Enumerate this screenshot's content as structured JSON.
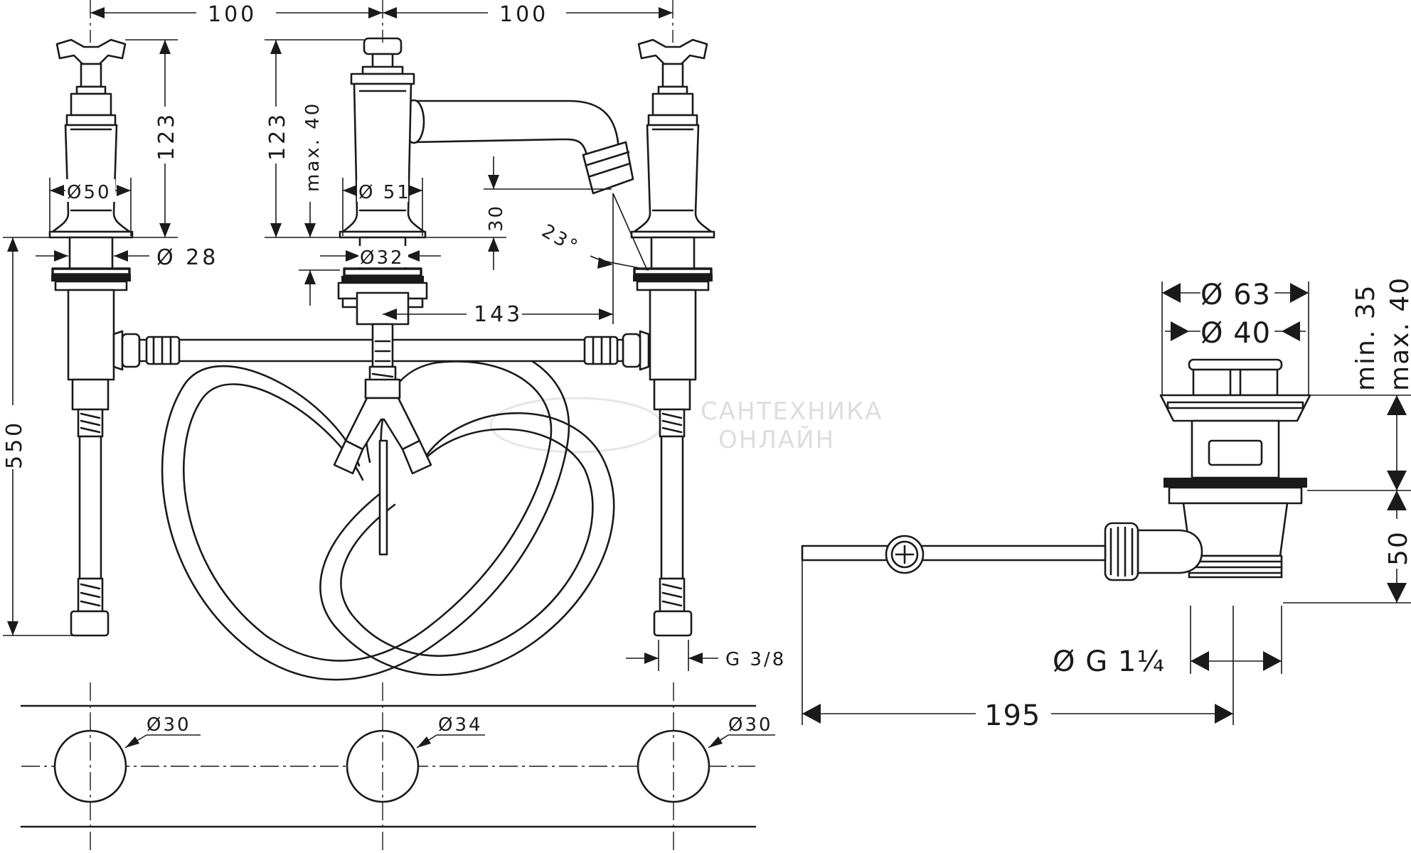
{
  "watermark": {
    "line1": "САНТЕХНИКА",
    "line2": "ОНЛАЙН"
  },
  "dimensions": {
    "top_left_spacing": "100",
    "top_right_spacing": "100",
    "left_handle_height": "123",
    "spout_height": "123",
    "max_40": "max. 40",
    "dia_50": "Ø50",
    "dia_51": "Ø 51",
    "dia_28": "Ø 28",
    "dia_32": "Ø32",
    "gap_30": "30",
    "angle_23": "23°",
    "spout_reach": "143",
    "total_height": "550",
    "thread_g38": "G 3/8",
    "hole_left": "Ø30",
    "hole_center": "Ø34",
    "hole_right": "Ø30",
    "drain_dia_63": "Ø 63",
    "drain_dia_40": "Ø 40",
    "min_35": "min. 35",
    "max_40_drain": "max. 40",
    "drain_height_50": "50",
    "drain_thread": "Ø G 1¼",
    "drain_length": "195"
  }
}
